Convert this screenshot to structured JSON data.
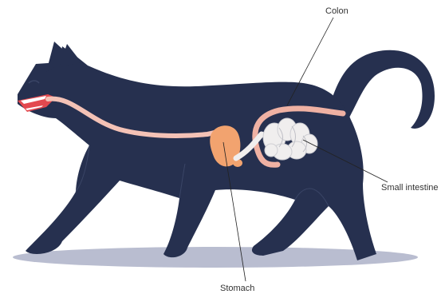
{
  "labels": {
    "colon": "Colon",
    "small_intestine": "Small intestine",
    "stomach": "Stomach"
  },
  "colors": {
    "cat_body": "#26304f",
    "cat_outline": "#3a4566",
    "shadow": "#b9bdd0",
    "esophagus": "#f4c2b6",
    "mouth": "#e3494f",
    "stomach": "#f2a36f",
    "intestine": "#f0eeee",
    "colon": "#efb1a3",
    "leader_line": "#222222"
  }
}
